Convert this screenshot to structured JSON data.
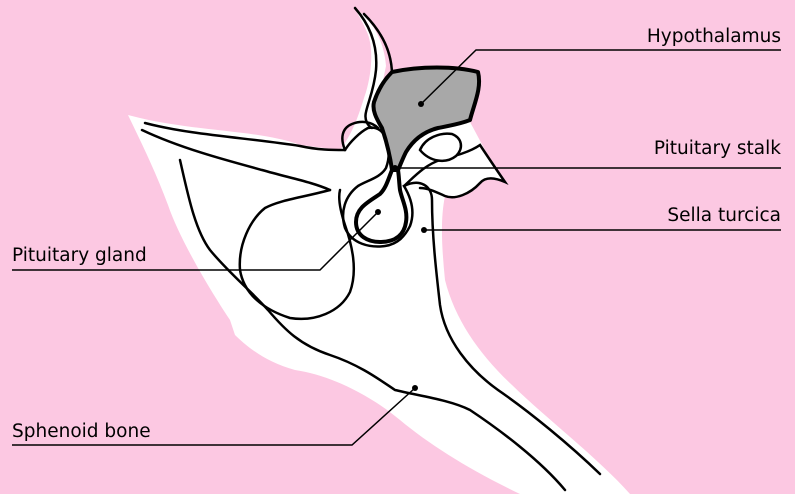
{
  "labels": {
    "hypothalamus": "Hypothalamus",
    "pituitary_stalk": "Pituitary stalk",
    "sella_turcica": "Sella turcica",
    "pituitary_gland": "Pituitary gland",
    "sphenoid_bone": "Sphenoid bone"
  },
  "colors": {
    "background": "#fcc8e2",
    "bone_fill": "#ffffff",
    "hypothalamus_fill": "#a8a8a8",
    "outline": "#000000"
  }
}
